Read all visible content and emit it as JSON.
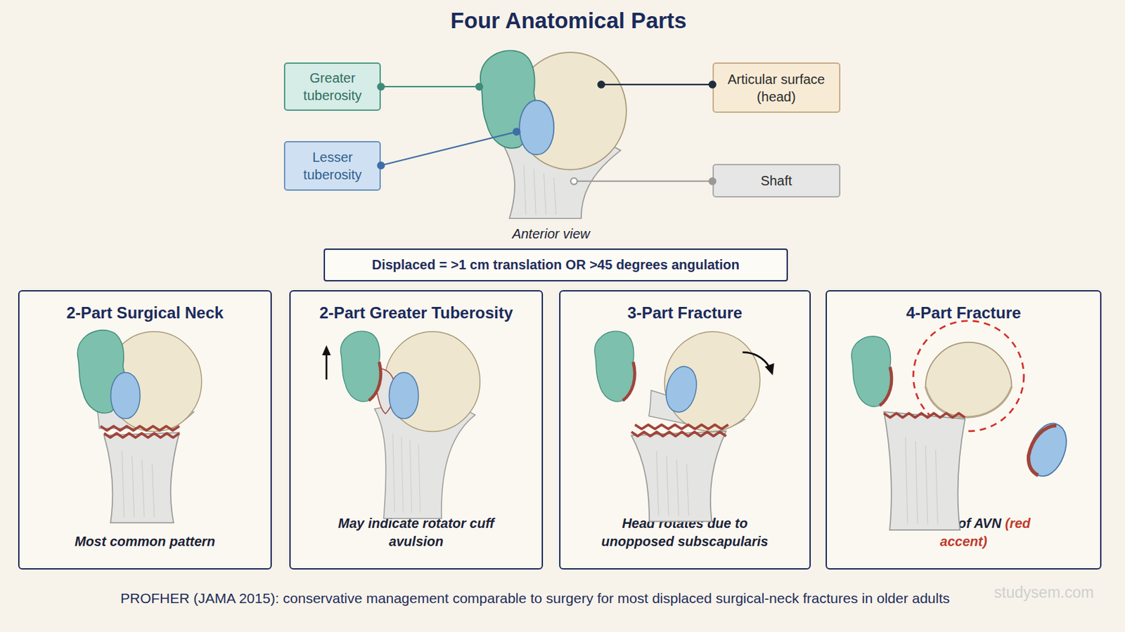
{
  "diagram": {
    "title": "Four Anatomical Parts",
    "caption": "PROFHER (JAMA 2015): conservative management comparable to surgery for most displaced surgical-neck fractures in older adults",
    "nodes": [
      {
        "text": [
          "Greater tuberosity"
        ]
      },
      {
        "text": [
          "Articular surface (head)"
        ]
      },
      {
        "text": [
          "Lesser tuberosity"
        ]
      },
      {
        "text": [
          "Shaft"
        ]
      },
      {
        "text": [
          "Displaced = >1 cm translation OR >45 degrees angulation"
        ]
      },
      {
        "text": [
          "2-Part Surgical Neck",
          "Most common pattern"
        ]
      },
      {
        "text": [
          "2-Part Greater Tuberosity",
          "May indicate rotator cuff avulsion"
        ]
      },
      {
        "text": [
          "3-Part Fracture",
          "Head rotates due to unopposed subscapularis"
        ]
      },
      {
        "text": [
          "4-Part Fracture",
          "High risk of AVN",
          "(red accent)"
        ]
      }
    ],
    "labels": [
      "Anterior view",
      "studysem.com"
    ]
  }
}
